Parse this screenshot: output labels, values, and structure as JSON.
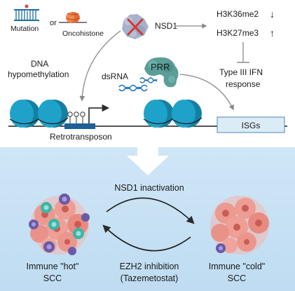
{
  "top_panel": {
    "mutation_label": "Mutation",
    "or_label": "or",
    "oncohistone_label": "Oncohistone",
    "nsd1_label": "NSD1",
    "h3k36_label": "H3K36me2",
    "h3k36_arrow": "↓",
    "h3k27_label": "H3K27me3",
    "h3k27_arrow": "↑",
    "dna_hypo_line1": "DNA",
    "dna_hypo_line2": "hypomethylation",
    "prr_label": "PRR",
    "dsrna_label": "dsRNA",
    "ifn_line1": "Type III IFN",
    "ifn_line2": "response",
    "retrotransposon_label": "Retrotransposon",
    "isgs_label": "ISGs"
  },
  "bottom_panel": {
    "nsd1_inactivation_label": "NSD1 inactivation",
    "ezh2_line1": "EZH2 inhibition",
    "ezh2_line2": "(Tazemetostat)",
    "hot_line1": "Immune \"hot\"",
    "hot_line2": "SCC",
    "cold_line1": "Immune \"cold\"",
    "cold_line2": "SCC"
  },
  "colors": {
    "nucleosome": "#1fa2c9",
    "nucleosome_dark": "#157fa3",
    "bottom_bg": "#c9e4f6",
    "prr": "#5a9e98",
    "tumor": "#e98a80",
    "immune_teal": "#3bb5a8",
    "immune_purple": "#6a5aa6",
    "arrow_gray": "#888888"
  }
}
